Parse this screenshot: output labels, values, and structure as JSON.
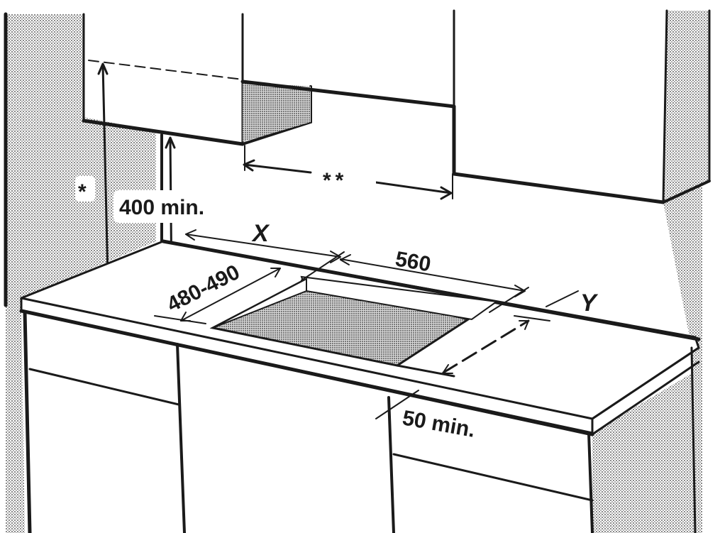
{
  "labels": {
    "asterisk": "*",
    "double_asterisk": "**",
    "hood_clearance": "400 min.",
    "dim_x": "X",
    "dim_width": "560",
    "dim_depth": "480-490",
    "dim_y": "Y",
    "dim_front": "50 min."
  },
  "colors": {
    "ink": "#1a1a1a",
    "wall_texture": "#9a9a9a",
    "paper": "#ffffff"
  }
}
